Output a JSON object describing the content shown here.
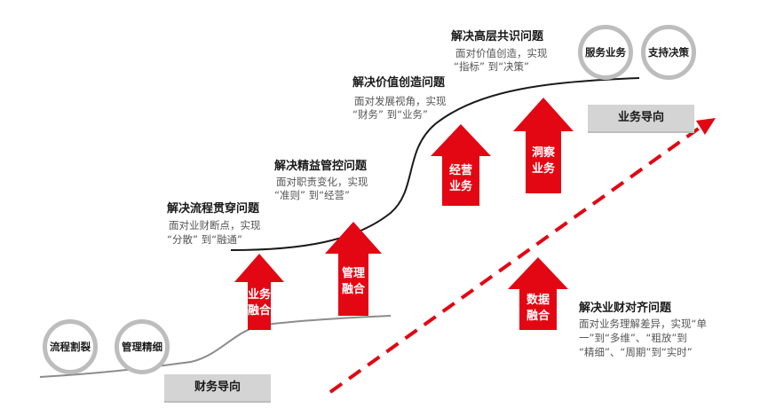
{
  "colors": {
    "accent_red": "#e30613",
    "gray": "#bdbdbd",
    "curve": "#1a1a1a"
  },
  "circles": {
    "process_split": "流程割裂",
    "management_fine": "管理精细",
    "service_business": "服务业务",
    "support_decision": "支持决策"
  },
  "orientation": {
    "finance": "财务导向",
    "business": "业务导向"
  },
  "stages": [
    {
      "title": "解决流程贯穿问题",
      "desc_line1": "面对业财断点，实现",
      "desc_line2": "“分散” 到“融通”"
    },
    {
      "title": "解决精益管控问题",
      "desc_line1": "面对职责变化，实现",
      "desc_line2": "“准则” 到“经营”"
    },
    {
      "title": "解决价值创造问题",
      "desc_line1": "面对发展视角，实现",
      "desc_line2": "“财务” 到“业务”"
    },
    {
      "title": "解决高层共识问题",
      "desc_line1": "面对价值创造，实现",
      "desc_line2": "“指标” 到“决策”"
    }
  ],
  "alignment": {
    "title": "解决业财对齐问题",
    "desc_line1": "面对业务理解差异，实现“单",
    "desc_line2": "一”到“多维”、“粗放”到",
    "desc_line3": "“精细”、“周期”到“实时”"
  },
  "arrows": [
    {
      "line1": "业务",
      "line2": "融合"
    },
    {
      "line1": "管理",
      "line2": "融合"
    },
    {
      "line1": "经营",
      "line2": "业务"
    },
    {
      "line1": "洞察",
      "line2": "业务"
    },
    {
      "line1": "数据",
      "line2": "融合"
    }
  ]
}
